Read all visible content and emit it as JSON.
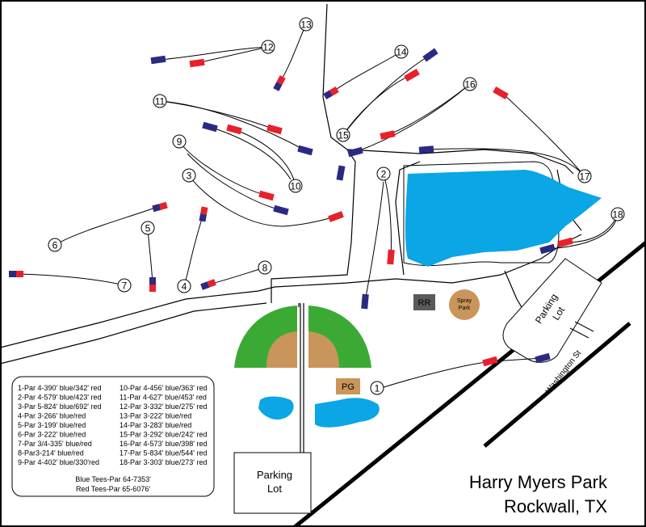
{
  "title": {
    "park_name": "Harry Myers Park",
    "city": "Rockwall, TX"
  },
  "labels": {
    "parking_lot_bottom": [
      "Parking",
      "Lot"
    ],
    "parking_lot_right": [
      "Parking",
      "Lot"
    ],
    "restroom": "RR",
    "spray_park": [
      "Spray",
      "Park"
    ],
    "playground": "PG",
    "street": "Washington St"
  },
  "colors": {
    "blue_tee": "#2B2A82",
    "red_tee": "#E8202A",
    "water": "#0AA6E6",
    "grass": "#3BAA35",
    "infield": "#C9955A",
    "building": "#5A5A5A"
  },
  "holes": [
    {
      "num": "1"
    },
    {
      "num": "2"
    },
    {
      "num": "3"
    },
    {
      "num": "4"
    },
    {
      "num": "5"
    },
    {
      "num": "6"
    },
    {
      "num": "7"
    },
    {
      "num": "8"
    },
    {
      "num": "9"
    },
    {
      "num": "10"
    },
    {
      "num": "11"
    },
    {
      "num": "12"
    },
    {
      "num": "13"
    },
    {
      "num": "14"
    },
    {
      "num": "15"
    },
    {
      "num": "16"
    },
    {
      "num": "17"
    },
    {
      "num": "18"
    }
  ],
  "legend": {
    "left_column": [
      "1-Par 4-390' blue/342' red",
      "2-Par 4-579' blue/423' red",
      "3-Par 5-824' blue/692' red",
      "4-Par 3-266' blue/red",
      "5-Par 3-199' blue/red",
      "6-Par 3-222' blue/red",
      "7-Par 3/4-335' blue/red",
      "8-Par3-214' blue/red",
      "9-Par 4-402' blue/330'red"
    ],
    "right_column": [
      "10-Par 4-456' blue/363' red",
      "11-Par 4-627' blue/453' red",
      "12-Par 3-332' blue/275' red",
      "13-Par 3-222' blue/red",
      "14-Par 3-283' blue/red",
      "15-Par 3-292' blue/242' red",
      "16-Par 4-573' blue/398' red",
      "17-Par 5-834' blue/544' red",
      "18-Par 3-303' blue/273' red"
    ],
    "totals": [
      "Blue Tees-Par 64-7353'",
      "Red Tees-Par 65-6076'"
    ]
  }
}
